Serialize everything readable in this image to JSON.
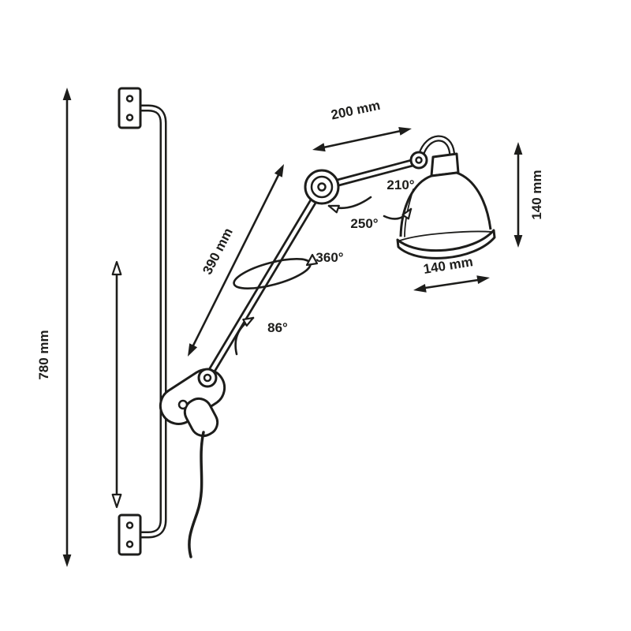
{
  "diagram": {
    "description": "Technical dimension drawing of a wall-mounted articulated lamp with sliding bar",
    "labels": {
      "bar_height": "780 mm",
      "lower_arm_length": "390 mm",
      "upper_arm_length": "200 mm",
      "shade_height": "140 mm",
      "shade_diameter": "140 mm",
      "shade_rotation": "210°",
      "elbow_rotation": "250°",
      "arm_swivel": "360°",
      "clamp_rotation": "86°"
    },
    "colors": {
      "line": "#1d1d1b",
      "background": "#ffffff"
    }
  }
}
